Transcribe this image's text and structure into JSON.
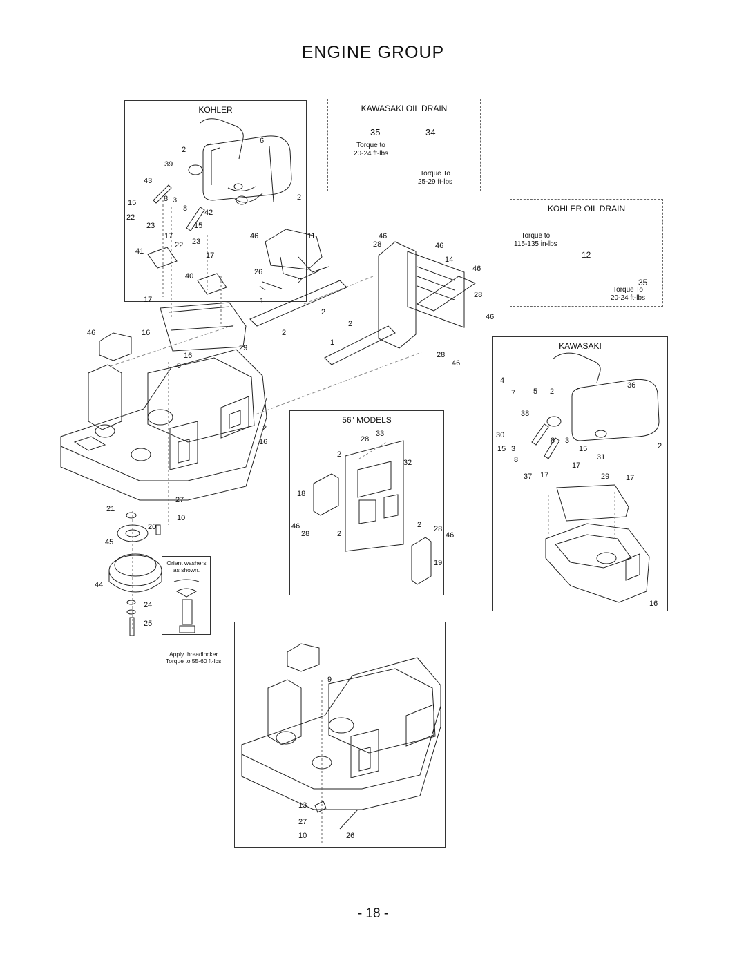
{
  "page": {
    "title": "ENGINE GROUP",
    "page_number": "- 18 -"
  },
  "kohler": {
    "label": "KOHLER",
    "callouts": [
      "6",
      "2",
      "39",
      "43",
      "2",
      "15",
      "8",
      "3",
      "8",
      "42",
      "22",
      "23",
      "15",
      "17",
      "22",
      "23",
      "41",
      "17",
      "40",
      "17"
    ]
  },
  "kawasaki_oil_drain": {
    "label": "KAWASAKI OIL DRAIN",
    "n35": "35",
    "n34": "34",
    "torque1": "Torque to",
    "torque1_val": "20-24 ft-lbs",
    "torque2": "Torque To",
    "torque2_val": "25-29 ft-lbs"
  },
  "kohler_oil_drain": {
    "label": "KOHLER OIL DRAIN",
    "torque1": "Torque to",
    "torque1_val": "115-135 in-lbs",
    "n12": "12",
    "n35": "35",
    "torque2": "Torque To",
    "torque2_val": "20-24 ft-lbs"
  },
  "kawasaki": {
    "label": "KAWASAKI",
    "callouts": [
      "4",
      "36",
      "7",
      "5",
      "2",
      "38",
      "30",
      "8",
      "3",
      "2",
      "15",
      "3",
      "15",
      "8",
      "31",
      "37",
      "17",
      "17",
      "29",
      "17",
      "16"
    ]
  },
  "models56": {
    "label": "56\" MODELS",
    "callouts": [
      "28",
      "33",
      "2",
      "32",
      "18",
      "46",
      "28",
      "2",
      "2",
      "28",
      "46",
      "19"
    ]
  },
  "center": {
    "callouts": [
      "46",
      "11",
      "46",
      "28",
      "46",
      "14",
      "46",
      "26",
      "2",
      "28",
      "1",
      "2",
      "2",
      "46",
      "2",
      "1",
      "28",
      "46"
    ]
  },
  "frame": {
    "callouts": [
      "46",
      "16",
      "29",
      "16",
      "9",
      "2",
      "16",
      "27",
      "10"
    ]
  },
  "clutch": {
    "callouts": [
      "21",
      "20",
      "45",
      "44",
      "24",
      "25"
    ],
    "note_orient": "Orient washers as shown.",
    "note_apply": "Apply threadlocker",
    "note_torque": "Torque to 55-60 ft-lbs"
  },
  "bottom_frame": {
    "callouts": [
      "9",
      "13",
      "27",
      "10",
      "26"
    ]
  }
}
